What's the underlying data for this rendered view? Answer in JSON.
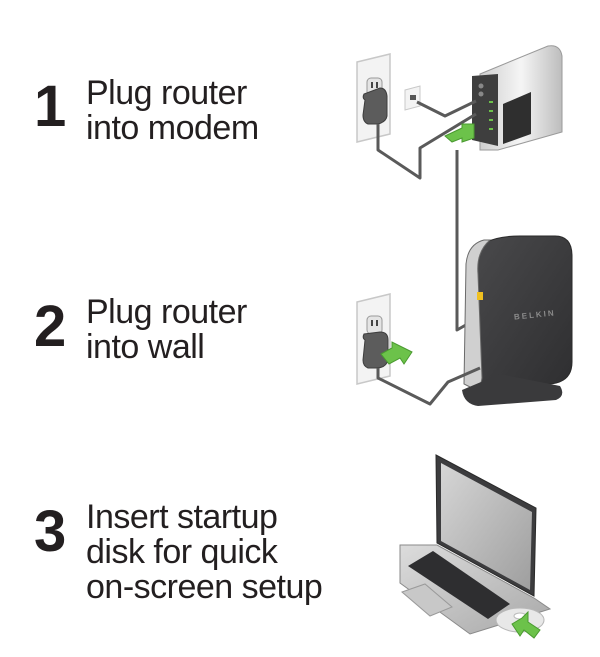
{
  "steps": [
    {
      "number": "1",
      "text_lines": [
        "Plug router",
        "into modem"
      ]
    },
    {
      "number": "2",
      "text_lines": [
        "Plug router",
        "into wall"
      ]
    },
    {
      "number": "3",
      "text_lines": [
        "Insert startup",
        "disk for quick",
        "on-screen setup"
      ]
    }
  ],
  "router_brand": "BELKIN",
  "colors": {
    "text": "#231f20",
    "arrow_green": "#6cc24a",
    "cable": "#555555",
    "router_body": "#3a3a3c",
    "outlet": "#f2f2f2"
  }
}
